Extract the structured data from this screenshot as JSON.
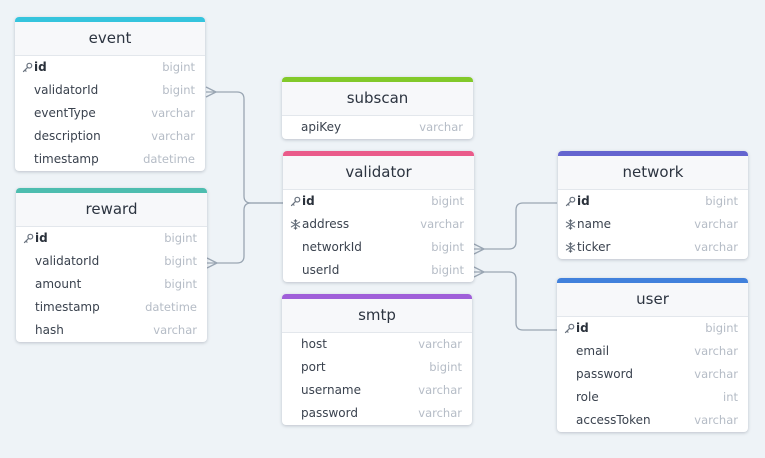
{
  "colors": {
    "event": "#35c4dd",
    "reward": "#4dbdaf",
    "subscan": "#82c92a",
    "validator": "#ea5b8a",
    "smtp": "#9f5fd9",
    "network": "#6464cf",
    "user": "#4181dc",
    "connector": "#9aa6b3"
  },
  "tables": {
    "event": {
      "name": "event",
      "fields": [
        {
          "name": "id",
          "type": "bigint",
          "icon": "key-icon",
          "pk": true
        },
        {
          "name": "validatorId",
          "type": "bigint",
          "icon": "",
          "pk": false
        },
        {
          "name": "eventType",
          "type": "varchar",
          "icon": "",
          "pk": false
        },
        {
          "name": "description",
          "type": "varchar",
          "icon": "",
          "pk": false
        },
        {
          "name": "timestamp",
          "type": "datetime",
          "icon": "",
          "pk": false
        }
      ]
    },
    "reward": {
      "name": "reward",
      "fields": [
        {
          "name": "id",
          "type": "bigint",
          "icon": "key-icon",
          "pk": true
        },
        {
          "name": "validatorId",
          "type": "bigint",
          "icon": "",
          "pk": false
        },
        {
          "name": "amount",
          "type": "bigint",
          "icon": "",
          "pk": false
        },
        {
          "name": "timestamp",
          "type": "datetime",
          "icon": "",
          "pk": false
        },
        {
          "name": "hash",
          "type": "varchar",
          "icon": "",
          "pk": false
        }
      ]
    },
    "subscan": {
      "name": "subscan",
      "fields": [
        {
          "name": "apiKey",
          "type": "varchar",
          "icon": "",
          "pk": false
        }
      ]
    },
    "validator": {
      "name": "validator",
      "fields": [
        {
          "name": "id",
          "type": "bigint",
          "icon": "key-icon",
          "pk": true
        },
        {
          "name": "address",
          "type": "varchar",
          "icon": "snowflake-icon",
          "pk": false
        },
        {
          "name": "networkId",
          "type": "bigint",
          "icon": "",
          "pk": false
        },
        {
          "name": "userId",
          "type": "bigint",
          "icon": "",
          "pk": false
        }
      ]
    },
    "smtp": {
      "name": "smtp",
      "fields": [
        {
          "name": "host",
          "type": "varchar",
          "icon": "",
          "pk": false
        },
        {
          "name": "port",
          "type": "bigint",
          "icon": "",
          "pk": false
        },
        {
          "name": "username",
          "type": "varchar",
          "icon": "",
          "pk": false
        },
        {
          "name": "password",
          "type": "varchar",
          "icon": "",
          "pk": false
        }
      ]
    },
    "network": {
      "name": "network",
      "fields": [
        {
          "name": "id",
          "type": "bigint",
          "icon": "key-icon",
          "pk": true
        },
        {
          "name": "name",
          "type": "varchar",
          "icon": "snowflake-icon",
          "pk": false
        },
        {
          "name": "ticker",
          "type": "varchar",
          "icon": "snowflake-icon",
          "pk": false
        }
      ]
    },
    "user": {
      "name": "user",
      "fields": [
        {
          "name": "id",
          "type": "bigint",
          "icon": "key-icon",
          "pk": true
        },
        {
          "name": "email",
          "type": "varchar",
          "icon": "",
          "pk": false
        },
        {
          "name": "password",
          "type": "varchar",
          "icon": "",
          "pk": false
        },
        {
          "name": "role",
          "type": "int",
          "icon": "",
          "pk": false
        },
        {
          "name": "accessToken",
          "type": "varchar",
          "icon": "",
          "pk": false
        }
      ]
    }
  },
  "relationships": [
    {
      "from": "event.validatorId",
      "to": "validator.id",
      "cardinality": "many-to-one"
    },
    {
      "from": "reward.validatorId",
      "to": "validator.id",
      "cardinality": "many-to-one"
    },
    {
      "from": "validator.networkId",
      "to": "network.id",
      "cardinality": "many-to-one"
    },
    {
      "from": "validator.userId",
      "to": "user.id",
      "cardinality": "many-to-one"
    }
  ]
}
